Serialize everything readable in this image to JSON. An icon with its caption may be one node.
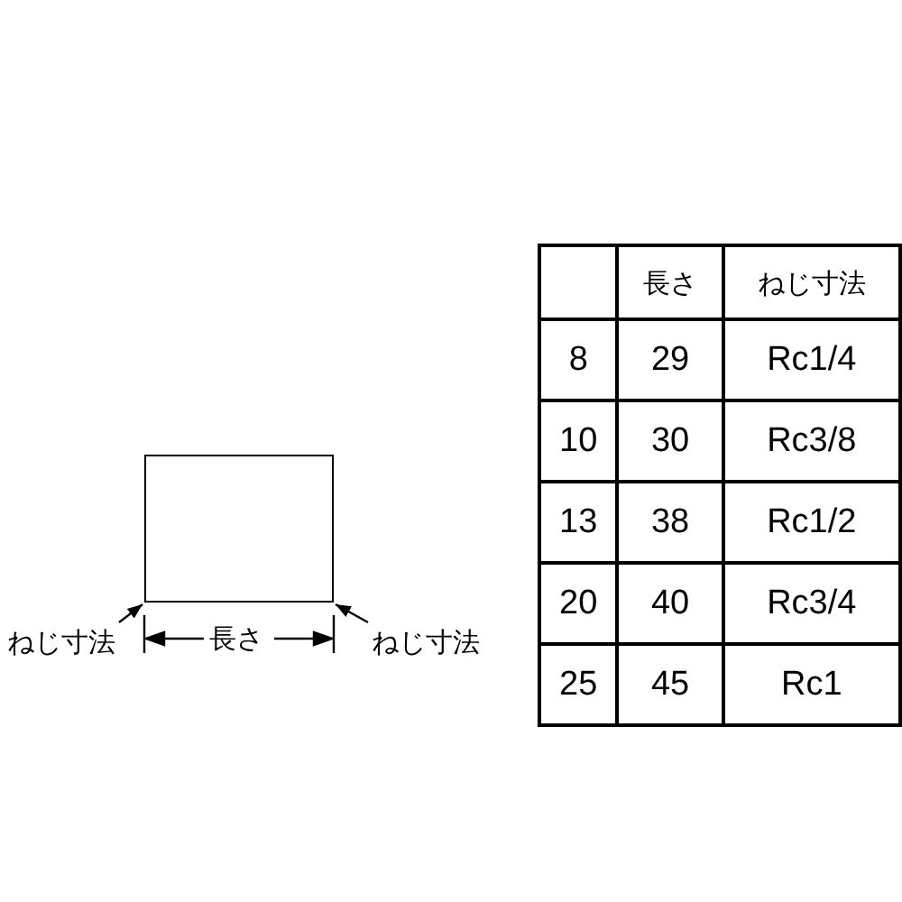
{
  "diagram": {
    "nodes": [
      {
        "text": [],
        "shape": "box"
      },
      {
        "text": [
          "ねじ寸法"
        ]
      },
      {
        "text": [
          "ねじ寸法"
        ]
      }
    ],
    "edges": [
      {
        "from": 1,
        "to": 0,
        "arrow": "to"
      },
      {
        "from": 2,
        "to": 0,
        "arrow": "to"
      }
    ],
    "labels": [
      "長さ",
      "長さ",
      "ねじ寸法",
      "8",
      "29",
      "Rc1/4",
      "10",
      "30",
      "Rc3/8",
      "13",
      "38",
      "Rc1/2",
      "20",
      "40",
      "Rc3/4",
      "25",
      "45",
      "Rc1"
    ]
  }
}
